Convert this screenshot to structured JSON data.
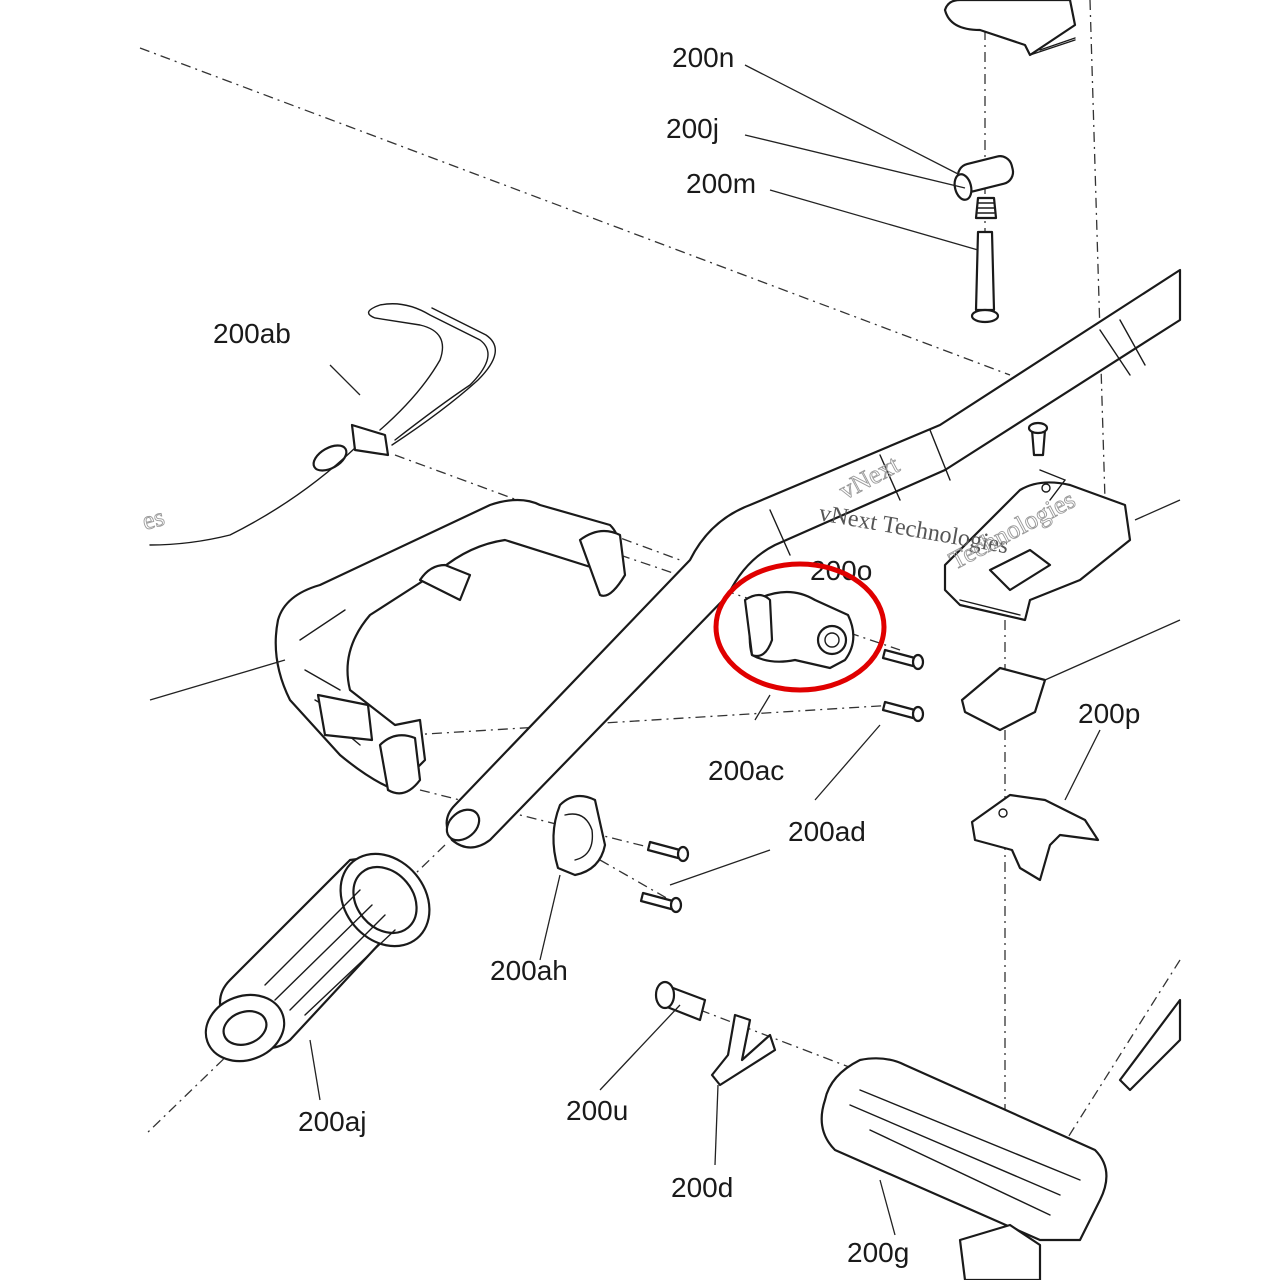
{
  "diagram": {
    "labels": {
      "n": "200n",
      "j": "200j",
      "m": "200m",
      "ab": "200ab",
      "o": "200o",
      "p": "200p",
      "ac": "200ac",
      "ad": "200ad",
      "ah": "200ah",
      "aj": "200aj",
      "u": "200u",
      "d": "200d",
      "g": "200g"
    },
    "watermark": {
      "line1": "vNext Technologies",
      "line2": "vNext",
      "line3": "Technologies",
      "fragment": "es"
    },
    "highlight_color": "#e00000"
  }
}
